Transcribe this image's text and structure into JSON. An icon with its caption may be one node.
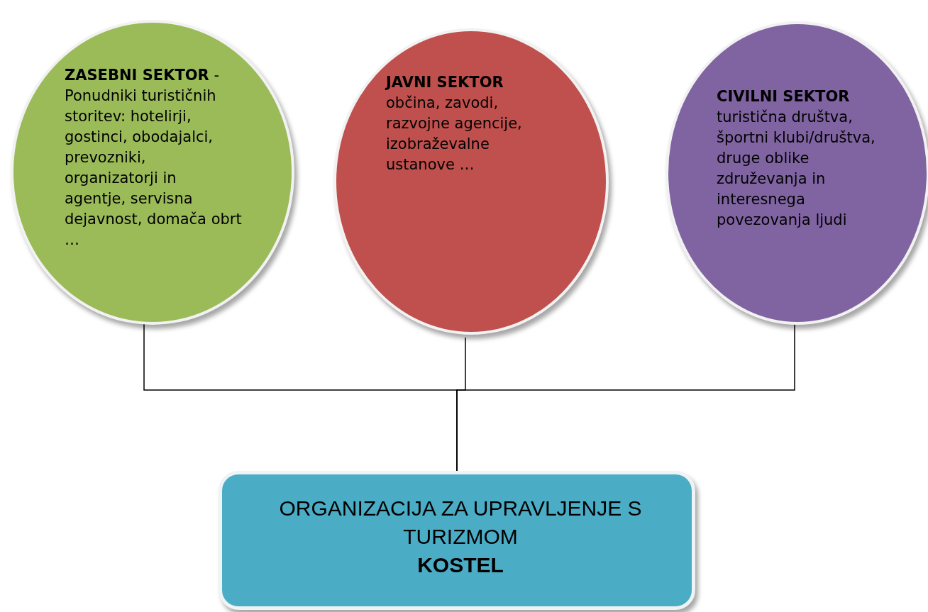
{
  "diagram": {
    "nodes": [
      {
        "text": [
          "**ZASEBNI SEKTOR** - Ponudniki turističnih storitev: hotelirji, gostinci, obodajalci, prevozniki, organizatorji in agentje, servisna dejavnost, domača obrt …"
        ]
      },
      {
        "text": [
          "JAVNI SEKTOR",
          "občina, zavodi, razvojne agencije, izobraževalne ustanove …"
        ]
      },
      {
        "text": [
          "CIVILNI SEKTOR",
          "turistična društva, športni klubi/društva, druge oblike združevanja in interesnega povezovanja ljudi"
        ]
      },
      {
        "text": [
          "ORGANIZACIJA ZA UPRAVLJENJE S TURIZMOM",
          "KOSTEL"
        ]
      }
    ],
    "edges": [
      {
        "from": 0,
        "to": 3,
        "arrow": "none"
      },
      {
        "from": 1,
        "to": 3,
        "arrow": "none"
      },
      {
        "from": 2,
        "to": 3,
        "arrow": "none"
      }
    ]
  }
}
